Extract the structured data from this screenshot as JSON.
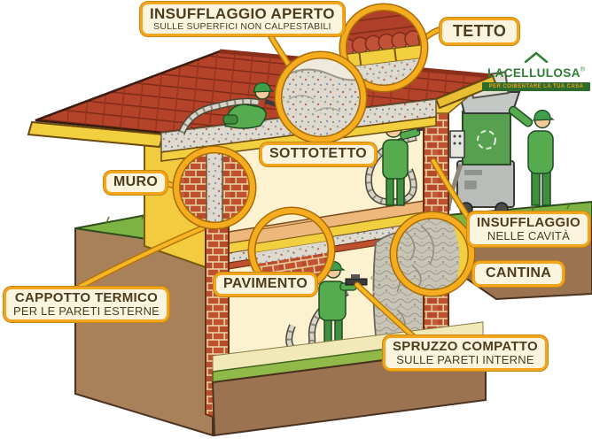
{
  "labels": {
    "insufflaggio_aperto": {
      "title": "INSUFFLAGGIO APERTO",
      "subtitle": "SULLE SUPERFICI NON CALPESTABILI"
    },
    "tetto": {
      "title": "TETTO"
    },
    "sottotetto": {
      "title": "SOTTOTETTO"
    },
    "muro": {
      "title": "MURO"
    },
    "insufflaggio_cavita": {
      "title": "INSUFFLAGGIO",
      "subtitle": "NELLE CAVITÀ"
    },
    "cantina": {
      "title": "CANTINA"
    },
    "cappotto_termico": {
      "title": "CAPPOTTO TERMICO",
      "subtitle": "PER LE PARETI ESTERNE"
    },
    "pavimento": {
      "title": "PAVIMENTO"
    },
    "spruzzo_compatto": {
      "title": "SPRUZZO COMPATTO",
      "subtitle": "SULLE PARETI INTERNE"
    }
  },
  "logo": {
    "name": "LACELLULOSA",
    "registered": "®",
    "tagline": "PER COIBENTARE LA TUA CASA"
  },
  "colors": {
    "accent_orange": "#f2a51d",
    "label_background": "#fbf5e0",
    "label_text": "#4c3c1c",
    "roof_red": "#b5432a",
    "wall_yellow": "#f2cb3e",
    "brick": "#c0502e",
    "grass_green": "#7cb342",
    "ground_brown": "#9b7350",
    "worker_green": "#57ab4f",
    "insulation_gray": "#dedacf",
    "logo_green": "#2e7d32"
  }
}
